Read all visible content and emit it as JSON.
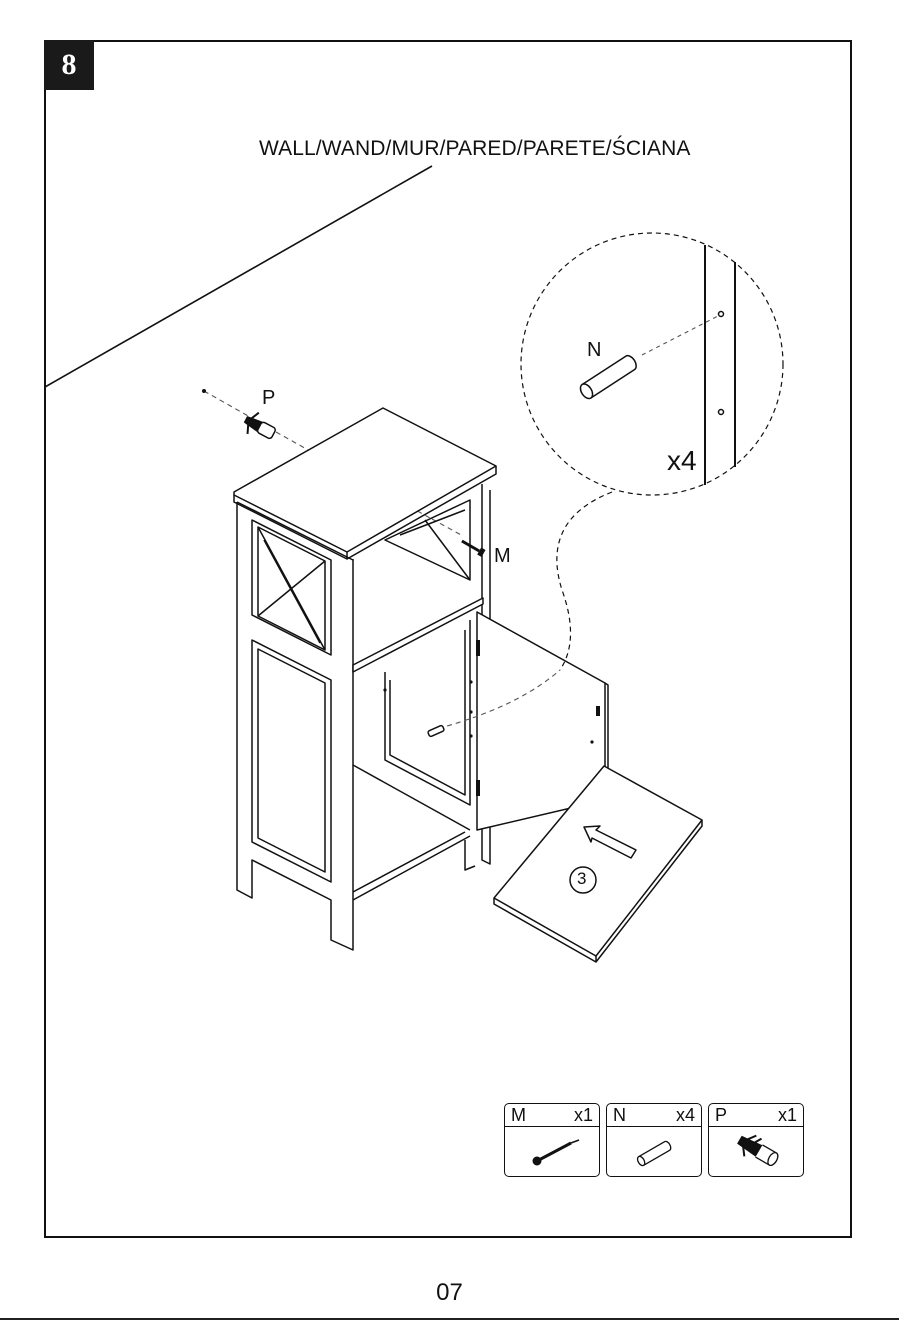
{
  "step": {
    "number": "8"
  },
  "wall_label": "WALL/WAND/MUR/PARED/PARETE/ŚCIANA",
  "callouts": {
    "p": "P",
    "m": "M",
    "n": "N",
    "x4": "x4",
    "step_circle": "3"
  },
  "parts": [
    {
      "letter": "M",
      "qty": "x1",
      "icon": "screw-icon"
    },
    {
      "letter": "N",
      "qty": "x4",
      "icon": "dowel-icon"
    },
    {
      "letter": "P",
      "qty": "x1",
      "icon": "wall-anchor-icon"
    }
  ],
  "page_number": "07"
}
